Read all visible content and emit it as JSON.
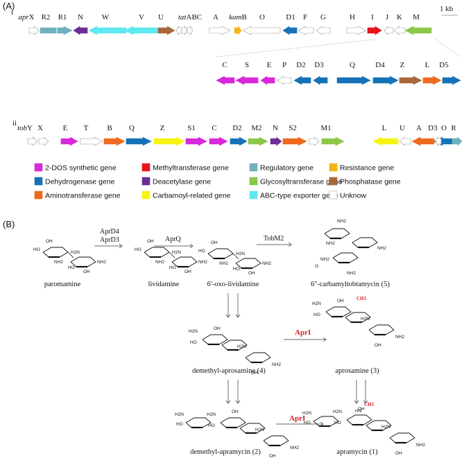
{
  "panel_a": {
    "label": "(A)",
    "scale_label": "1 kb",
    "row_i_label": "i",
    "row_ii_label": "ii",
    "colors": {
      "dos": "#d928d9",
      "methyl": "#e8131b",
      "regulatory": "#6fb1bd",
      "resistance": "#f2b51a",
      "dehydrogenase": "#1572b8",
      "deacetylase": "#6b2e94",
      "glycosyl": "#8cc749",
      "phosphatase": "#a8683c",
      "aminotransferase": "#ee6a1c",
      "carbamoyl": "#f7f412",
      "abc": "#5fe8ef",
      "unknown": "#ffffff"
    },
    "row1_labels": [
      "aprX",
      "R2",
      "R1",
      "N",
      "W",
      "V",
      "U",
      "tatABC",
      "A",
      "kamB",
      "O",
      "D1",
      "F",
      "G",
      "H",
      "I",
      "J",
      "K",
      "M"
    ],
    "row2_labels": [
      "C",
      "S",
      "E",
      "P",
      "D2",
      "D3",
      "Q",
      "D4",
      "Z",
      "L",
      "D5"
    ],
    "row3_labels": [
      "tobY",
      "X",
      "E",
      "T",
      "B",
      "Q",
      "Z",
      "S1",
      "C",
      "D2",
      "M2",
      "N",
      "S2",
      "M1",
      "L",
      "U",
      "A",
      "D3",
      "O",
      "R"
    ],
    "legend": [
      {
        "label": "2-DOS synthetic gene",
        "color": "dos"
      },
      {
        "label": "Methyltransferase gene",
        "color": "methyl"
      },
      {
        "label": "Regulatory gene",
        "color": "regulatory"
      },
      {
        "label": "Resistance gene",
        "color": "resistance"
      },
      {
        "label": "Dehydrogenase gene",
        "color": "dehydrogenase"
      },
      {
        "label": "Deacetylase gene",
        "color": "deacetylase"
      },
      {
        "label": "Glycosyltransferase gene",
        "color": "glycosyl"
      },
      {
        "label": "Phosphatase gene",
        "color": "phosphatase"
      },
      {
        "label": "Aminotransferase gene",
        "color": "aminotransferase"
      },
      {
        "label": "Carbamoyl-related gene",
        "color": "carbamoyl"
      },
      {
        "label": "ABC-type exporter gene",
        "color": "abc"
      },
      {
        "label": "Unknow",
        "color": "unknown"
      }
    ]
  },
  "panel_b": {
    "label": "(B)",
    "compounds": {
      "paromamine": "paromamine",
      "lividamine": "lividamine",
      "oxo": "6'-oxo-lividamine",
      "carbamyl": "6''-carbamyltobtamycin (5)",
      "demethyl_aprosamine": "demethyl-aprosamine (4)",
      "aprosamine": "aprosamine (3)",
      "demethyl_apramycin": "demethyl-apramycin (2)",
      "apramycin": "apramycin (1)"
    },
    "enzymes": {
      "aprd4": "AprD4",
      "aprd3": "AprD3",
      "aprq": "AprQ",
      "tobm2": "TobM2",
      "apri_1": "AprI",
      "apri_2": "AprI"
    },
    "methyl_label": "CH3",
    "groups": {
      "oh": "OH",
      "ho": "HO",
      "nh2": "NH2",
      "h2n": "H2N",
      "o": "O",
      "hn": "HN"
    }
  }
}
